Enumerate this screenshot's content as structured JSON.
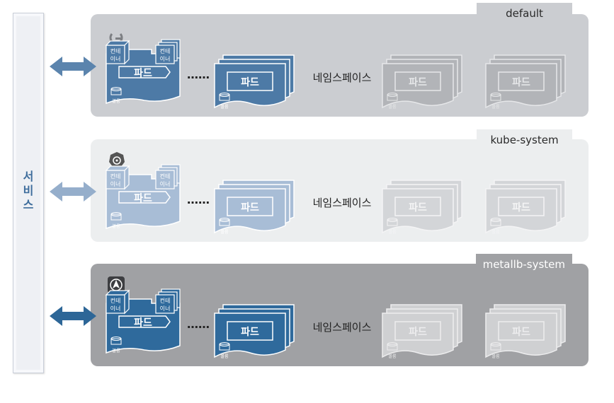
{
  "service": {
    "label": "서비스",
    "chars": [
      "서",
      "비",
      "스"
    ]
  },
  "pod_label": "파드",
  "container_label_l1": "컨테",
  "container_label_l2": "이너",
  "volume_label": "볼륨",
  "ellipsis": "……",
  "namespaces": [
    {
      "name": "default",
      "ns_label": "네임스페이스",
      "icon": "gear-logo-icon",
      "colors": {
        "panel": "#cbcdd1",
        "pod": "#4d7aa6",
        "pod_edge": "#ffffff",
        "arrow": "#5b84ad",
        "ghost": "#b2b4b8",
        "ghost_edge": "#e6e7e9"
      }
    },
    {
      "name": "kube-system",
      "ns_label": "네임스페이스",
      "icon": "kubernetes-helm-icon",
      "colors": {
        "panel": "#eceeef",
        "pod": "#a8bdd6",
        "pod_edge": "#ffffff",
        "arrow": "#95aecb",
        "ghost": "#d3d5d8",
        "ghost_edge": "#f4f4f5"
      }
    },
    {
      "name": "metallb-system",
      "ns_label": "네임스페이스",
      "icon": "metallb-arrow-icon",
      "colors": {
        "panel": "#a0a1a4",
        "pod": "#2f6a9c",
        "pod_edge": "#ffffff",
        "arrow": "#2d6697",
        "ghost": "#cfd0d2",
        "ghost_edge": "#ededee"
      }
    }
  ]
}
